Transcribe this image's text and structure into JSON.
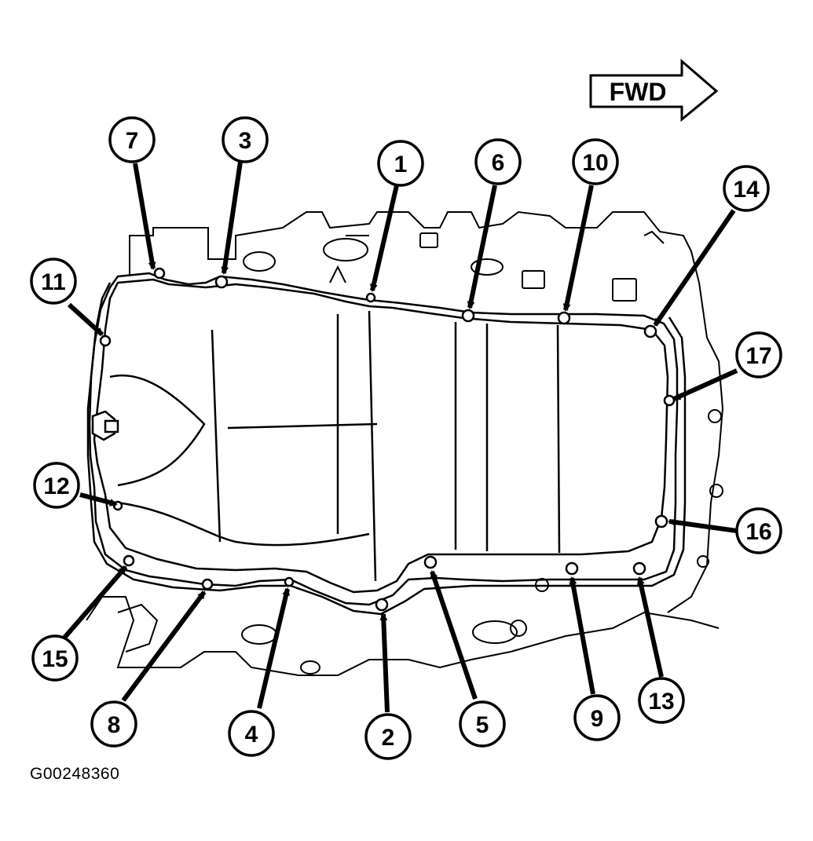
{
  "direction_label": "FWD",
  "figure_id": "G00248360",
  "callouts": {
    "c1": "1",
    "c2": "2",
    "c3": "3",
    "c4": "4",
    "c5": "5",
    "c6": "6",
    "c7": "7",
    "c8": "8",
    "c9": "9",
    "c10": "10",
    "c11": "11",
    "c12": "12",
    "c13": "13",
    "c14": "14",
    "c15": "15",
    "c16": "16",
    "c17": "17"
  }
}
